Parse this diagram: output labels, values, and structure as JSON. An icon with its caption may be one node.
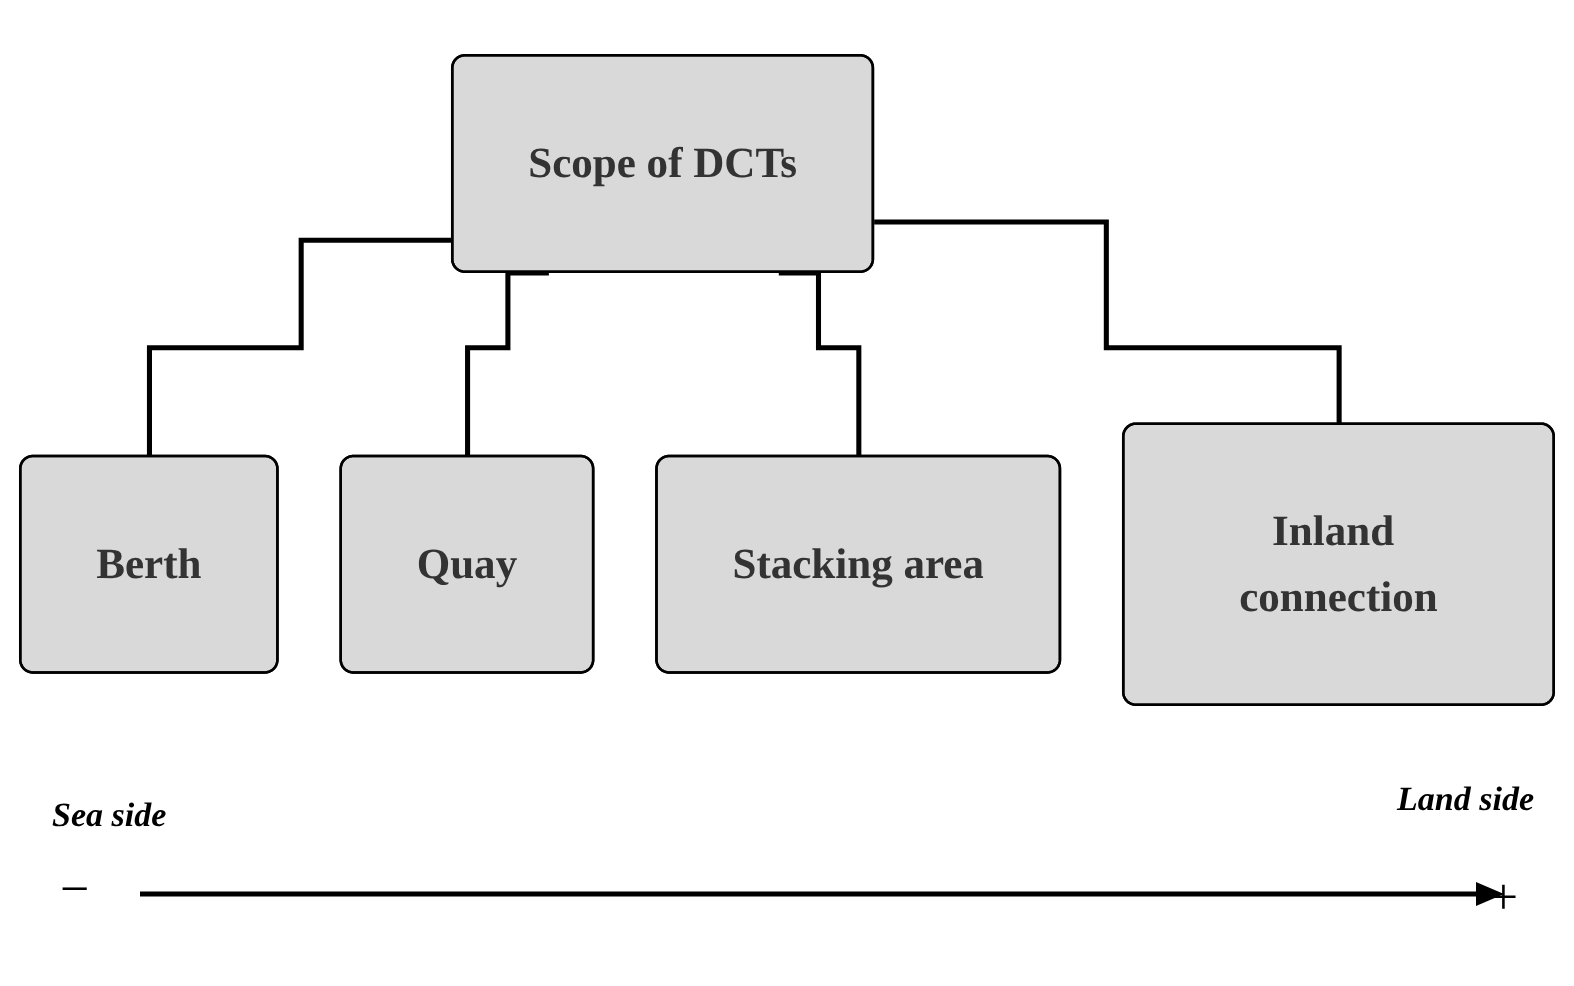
{
  "diagram": {
    "nodes": [
      {
        "text": [
          "Scope of DCTs"
        ]
      },
      {
        "text": [
          "Berth"
        ]
      },
      {
        "text": [
          "Quay"
        ]
      },
      {
        "text": [
          "Stacking area"
        ]
      },
      {
        "text": [
          "Inland connection"
        ]
      }
    ],
    "edges": [
      {
        "from": 0,
        "to": 1,
        "arrow": "none"
      },
      {
        "from": 0,
        "to": 2,
        "arrow": "none"
      },
      {
        "from": 0,
        "to": 3,
        "arrow": "none"
      },
      {
        "from": 0,
        "to": 4,
        "arrow": "none"
      }
    ],
    "labels": [
      "Sea side",
      "Land side",
      "−",
      "+"
    ]
  }
}
